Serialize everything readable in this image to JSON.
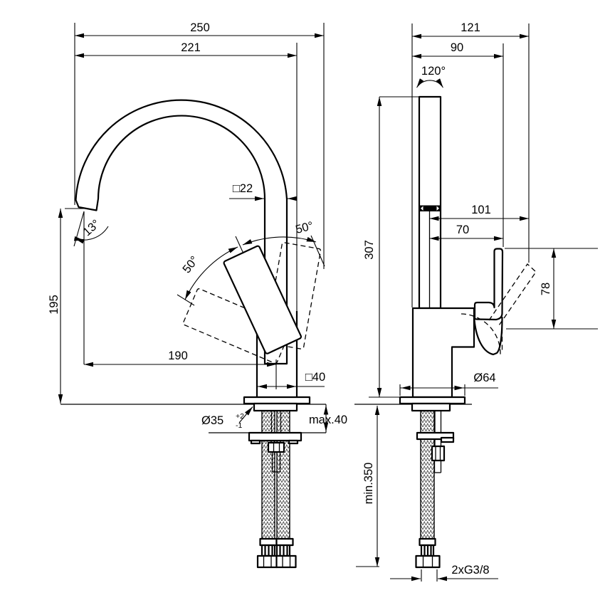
{
  "page": {
    "background": "#ffffff",
    "line_color": "#000000"
  },
  "views": {
    "front": {
      "labels": {
        "overall_width": "250",
        "width_to_body": "221",
        "spout_height": "195",
        "spout_tip_angle": "13°",
        "handle_swing_left": "50°",
        "handle_swing_right": "50°",
        "spout_section": "□22",
        "spout_reach": "190",
        "body_section": "□40",
        "hole_diameter": "Ø35",
        "hole_tolerance_plus": "+2",
        "hole_tolerance_minus": "-1",
        "deck_thickness": "max.40"
      }
    },
    "side": {
      "labels": {
        "overall_depth": "121",
        "depth_to_lever": "90",
        "swivel_angle": "120°",
        "outlet_to_lever_back": "101",
        "outlet_to_lever_front": "70",
        "lever_height": "78",
        "total_height": "307",
        "base_diameter": "Ø64",
        "hose_min_length": "min.350",
        "connection_thread": "2xG3/8"
      }
    }
  }
}
